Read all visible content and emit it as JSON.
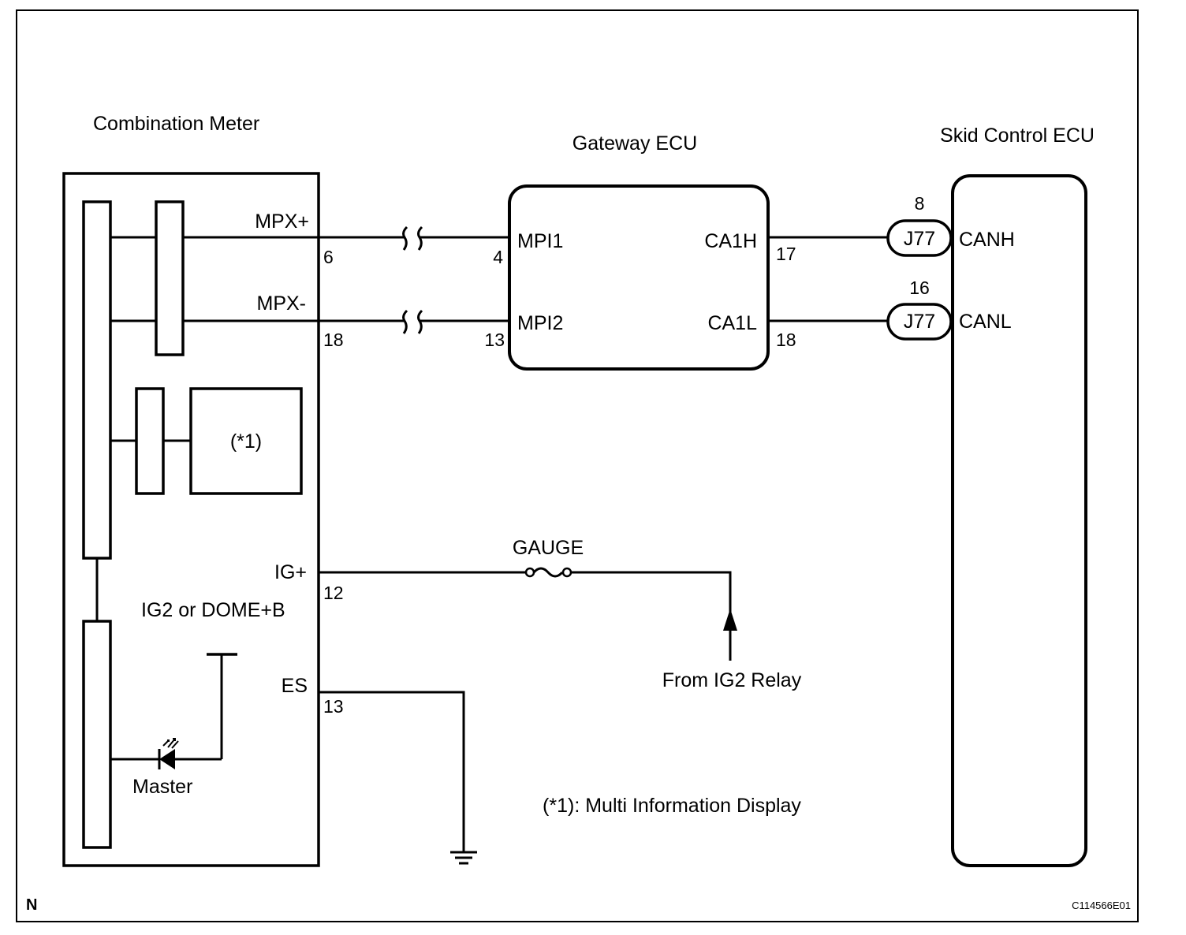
{
  "components": {
    "combination_meter": "Combination Meter",
    "gateway_ecu": "Gateway ECU",
    "skid_control_ecu": "Skid Control ECU",
    "mid_box": "(*1)"
  },
  "meter_terminals": {
    "mpx_plus": "MPX+",
    "mpx_minus": "MPX-",
    "ig_plus": "IG+",
    "es": "ES",
    "ig2_dome": "IG2 or DOME+B",
    "master": "Master"
  },
  "meter_pins": {
    "mpx_plus": "6",
    "mpx_minus": "18",
    "ig_plus": "12",
    "es": "13"
  },
  "gateway": {
    "mpi1": "MPI1",
    "mpi2": "MPI2",
    "ca1h": "CA1H",
    "ca1l": "CA1L",
    "pin_mpi1": "4",
    "pin_mpi2": "13",
    "pin_ca1h": "17",
    "pin_ca1l": "18"
  },
  "skid": {
    "canh": "CANH",
    "canl": "CANL",
    "pin_canh": "8",
    "pin_canl": "16",
    "connector": "J77"
  },
  "fuse": {
    "label": "GAUGE"
  },
  "relay": {
    "label": "From IG2 Relay"
  },
  "footnote": "(*1): Multi Information Display",
  "corner_mark": "N",
  "figure_id": "C114566E01"
}
